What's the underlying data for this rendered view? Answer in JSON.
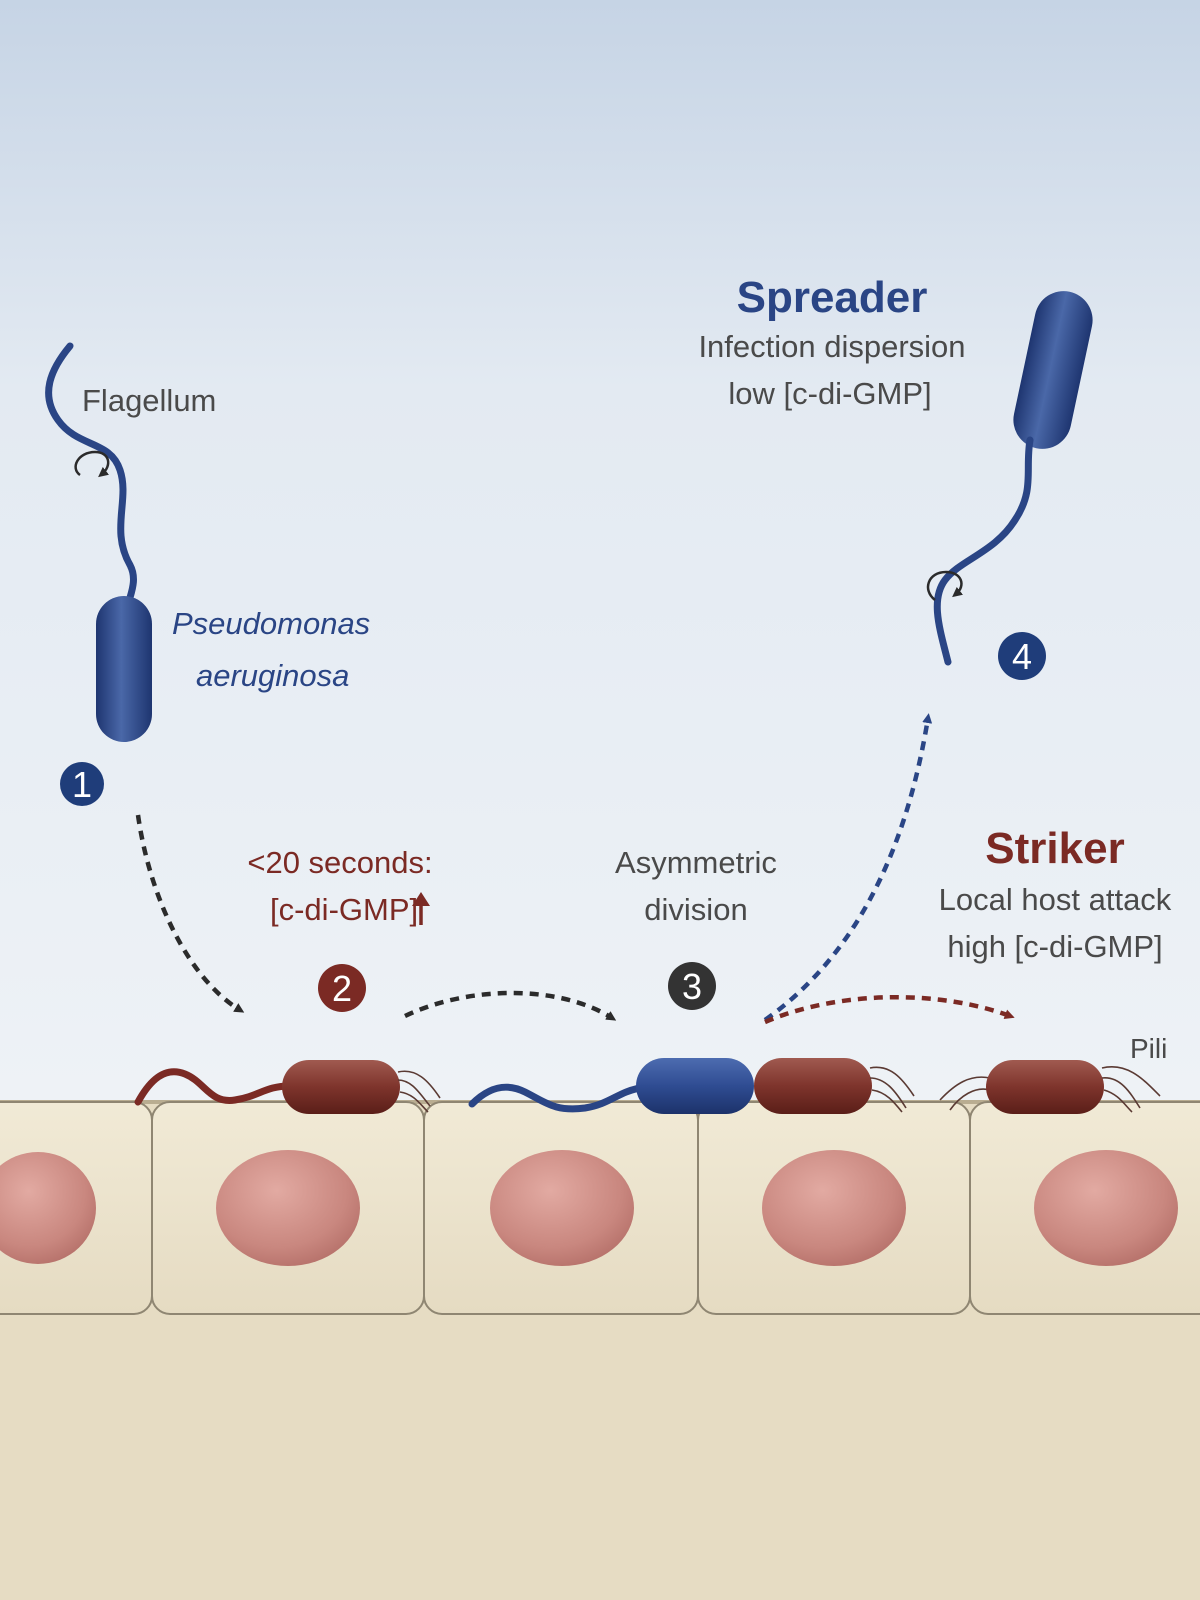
{
  "labels": {
    "flagellum": "Flagellum",
    "species_line1": "Pseudomonas",
    "species_line2": "aeruginosa",
    "step2_line1": "<20 seconds:",
    "step2_line2": "[c-di-GMP]",
    "step3_line1": "Asymmetric",
    "step3_line2": "division",
    "spreader_title": "Spreader",
    "spreader_line1": "Infection dispersion",
    "spreader_line2": "low [c-di-GMP]",
    "striker_title": "Striker",
    "striker_line1": "Local host attack",
    "striker_line2": "high [c-di-GMP]",
    "pili": "Pili"
  },
  "steps": [
    "1",
    "2",
    "3",
    "4"
  ],
  "colors": {
    "sky_top": "#c7d5e6",
    "sky_bottom": "#eaf0f6",
    "tissue": "#e6dcc4",
    "cell_fill": "#ede5cf",
    "cell_edge": "#8f8672",
    "nucleus": "#c98a84",
    "spreader_blue": "#2a4585",
    "striker_red": "#7b2a24",
    "text_gray": "#4a4a4a",
    "step_dark": "#2b2b2b"
  }
}
